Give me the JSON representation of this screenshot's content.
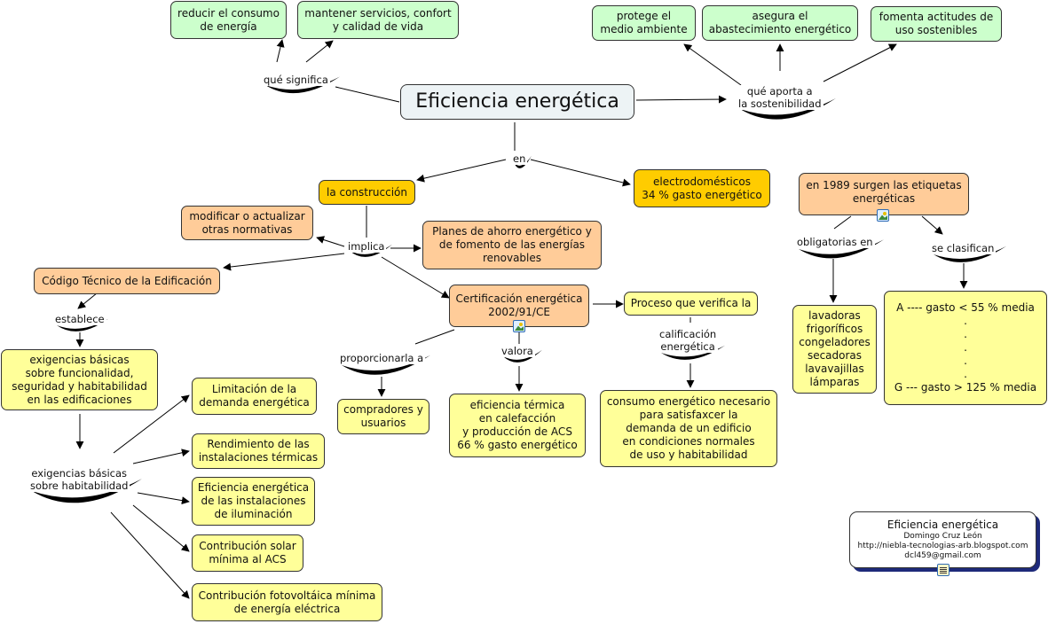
{
  "title": "Eficiencia energética",
  "nodes": {
    "root": "Eficiencia energética",
    "reducir": "reducir el consumo\nde energía",
    "mantener": "mantener servicios, confort\ny calidad de vida",
    "protege": "protege el\nmedio ambiente",
    "asegura": "asegura el\nabastecimiento energético",
    "fomenta": "fomenta actitudes de\nuso sostenibles",
    "construccion": "la construcción",
    "electro": "electrodomésticos\n34 % gasto energético",
    "etiquetas": "en 1989 surgen las etiquetas\nenergéticas",
    "modificar": "modificar o actualizar\notras normativas",
    "planes": "Planes de ahorro energético y\nde fomento de las energías\nrenovables",
    "codigo": "Código Técnico de la Edificación",
    "certificacion": "Certificación energética\n2002/91/CE",
    "proceso": "Proceso que verifica la",
    "electrolist": "lavadoras\nfrigoríficos\ncongeladores\nsecadoras\nlavavajillas\nlámparas",
    "clases": "A ---- gasto < 55 % media\n.\n.\n.\n.\n.\nG --- gasto > 125 % media",
    "exigencias1": "exigencias básicas\nsobre funcionalidad,\nseguridad  y habitabilidad\nen las edificaciones",
    "compradores": "compradores y\nusuarios",
    "eftermica": "eficiencia térmica\nen calefacción\ny producción de ACS\n66 % gasto energético",
    "consumo": "consumo energético necesario\npara satisfaxcer la\ndemanda de un edificio\nen condiciones normales\nde uso y habitabilidad",
    "limitacion": "Limitación de la\ndemanda energética",
    "rendimiento": "Rendimiento de las\ninstalaciones térmicas",
    "iluminacion": "Eficiencia energética\nde las instalaciones\nde iluminación",
    "solar": "Contribución solar\nmínima  al ACS",
    "fotovoltaica": "Contribución fotovoltáica mínima\nde energía eléctrica"
  },
  "linking_phrases": {
    "que_significa": "qué significa",
    "que_aporta": "qué aporta a\nla sostenibilidad",
    "en": "en",
    "implica": "implica",
    "obligatorias": "obligatorias en",
    "se_clasifican": "se clasifican",
    "establece": "establece",
    "proporcionarla": "proporcionarla a",
    "valora": "valora",
    "calificacion": "calificación\nenergética",
    "exig_habit": "exigencias básicas\nsobre habitabilidad"
  },
  "credit": {
    "title": "Eficiencia energética",
    "author": "Domingo Cruz León",
    "url": "http://niebla-tecnologias-arb.blogspot.com",
    "email": "dcl459@gmail.com"
  },
  "colors": {
    "green_node": "#ccffcc",
    "gold_node": "#ffcc00",
    "peach_node": "#ffcc99",
    "yellow_node": "#ffff99",
    "root_node": "#edf3f5",
    "credit_shadow": "#1e2a7a"
  }
}
